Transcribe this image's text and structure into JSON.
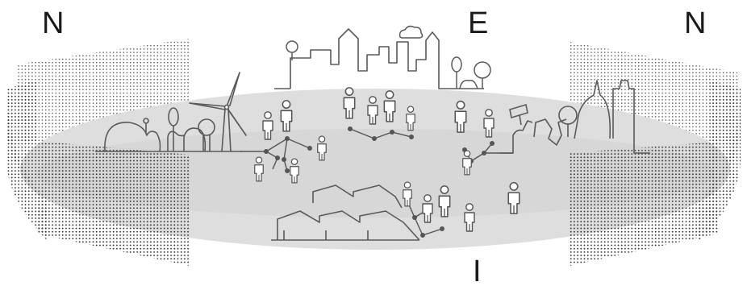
{
  "labels": {
    "left": "N",
    "top": "E",
    "right": "N",
    "bottom": "I"
  },
  "colors": {
    "ellipse_fill": "#dcdcdc",
    "ellipse_shade": "#c8c8c8",
    "line": "#5a5a5a",
    "node": "#555555",
    "dots": "#333333",
    "background": "#ffffff"
  },
  "icons": [
    "person-icon",
    "wind-turbine-icon",
    "tree-icon",
    "cloud-icon",
    "solar-panel-icon",
    "house-icon",
    "city-skyline-icon",
    "cathedral-dome-icon"
  ]
}
